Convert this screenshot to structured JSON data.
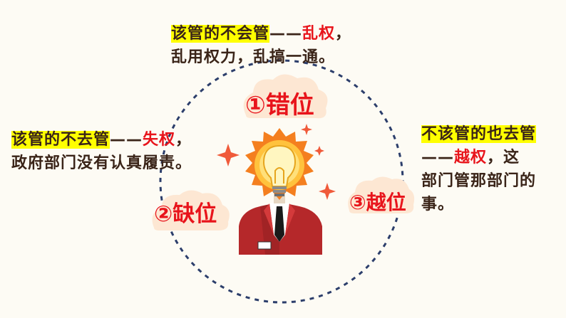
{
  "colors": {
    "accent_red": "#e8141b",
    "highlight": "#ffff00",
    "text": "#3a2418",
    "bulb_orange": "#f47f1f",
    "suit_red": "#b5282a"
  },
  "top_block": {
    "line1_hl": "该管的不会管",
    "line1_dash": "——",
    "line1_red": "乱权",
    "line1_end": "，",
    "line2": "乱用权力，乱搞一通。"
  },
  "left_block": {
    "line1_hl": "该管的不去管",
    "line1_dash": "——",
    "line1_red": "失权",
    "line1_end": "，",
    "line2": "政府部门没有认真履责。"
  },
  "right_block": {
    "line1_hl": "不该管的也去管",
    "line2_dash": "——",
    "line2_red": "越权",
    "line2_end": "，这",
    "line3": "部门管那部门的",
    "line4": "事。"
  },
  "labels": {
    "top": "①错位",
    "left": "②缺位",
    "right": "③越位"
  },
  "icons": {
    "center_figure": "lightbulb-head-businessman-icon",
    "sparkles": "sparkle-icon"
  }
}
